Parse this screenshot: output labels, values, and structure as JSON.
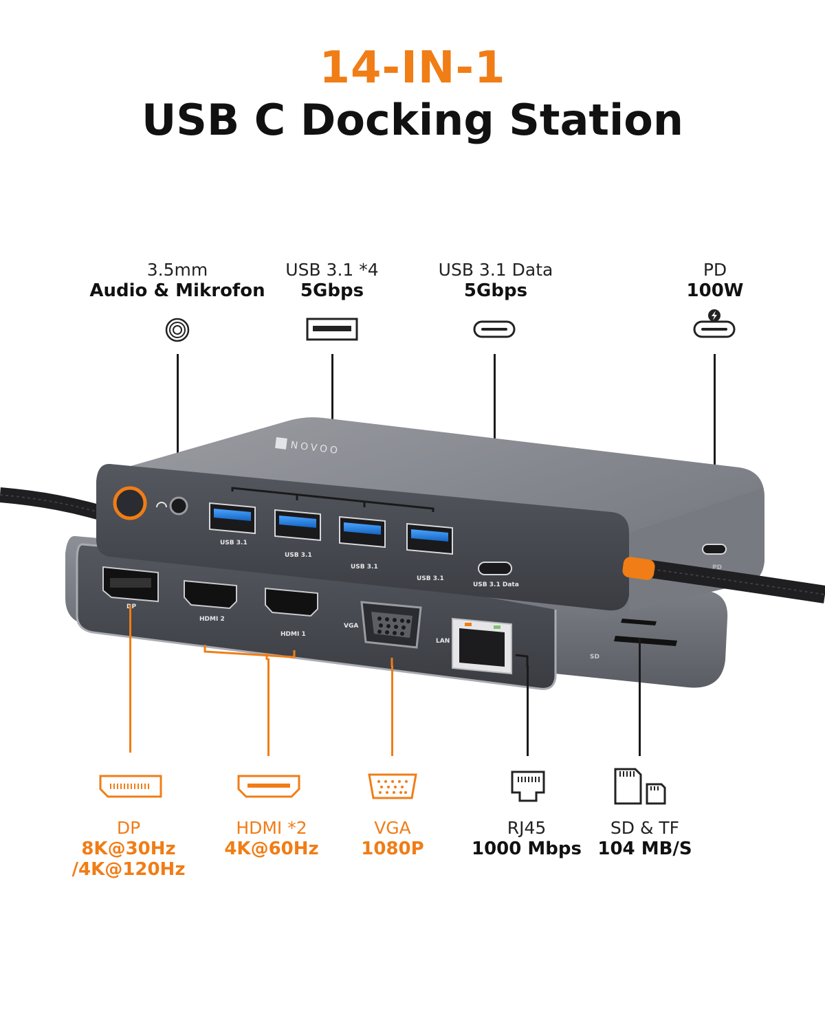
{
  "headline": {
    "accent": "14-IN-1",
    "main": "USB C Docking Station"
  },
  "top_ports": [
    {
      "line1": "3.5mm",
      "line2": "Audio & Mikrofon",
      "icon": "audio-jack-icon"
    },
    {
      "line1": "USB 3.1 *4",
      "line2": "5Gbps",
      "icon": "usb-a-icon"
    },
    {
      "line1": "USB 3.1 Data",
      "line2": "5Gbps",
      "icon": "usb-c-icon"
    },
    {
      "line1": "PD",
      "line2": "100W",
      "icon": "usb-c-pd-icon"
    }
  ],
  "bottom_ports": [
    {
      "line1": "DP",
      "line2": "8K@30Hz",
      "line3": "/4K@120Hz",
      "icon": "displayport-icon"
    },
    {
      "line1": "HDMI *2",
      "line2": "4K@60Hz",
      "icon": "hdmi-icon"
    },
    {
      "line1": "VGA",
      "line2": "1080P",
      "icon": "vga-icon"
    },
    {
      "line1": "RJ45",
      "line2": "1000 Mbps",
      "icon": "ethernet-icon"
    },
    {
      "line1": "SD & TF",
      "line2": "104 MB/S",
      "icon": "sd-tf-card-icon"
    }
  ],
  "device_labels": {
    "brand": "NOVOO",
    "usb_port": "USB 3.1",
    "usb_data": "USB 3.1 Data",
    "pd": "PD",
    "dp": "DP",
    "hdmi2": "HDMI 2",
    "hdmi1": "HDMI 1",
    "vga": "VGA",
    "lan": "LAN",
    "sd": "SD"
  },
  "colors": {
    "accent": "#f07d16",
    "text": "#111111",
    "device_body": "#8a8d94",
    "device_panel": "#4a4d54"
  }
}
